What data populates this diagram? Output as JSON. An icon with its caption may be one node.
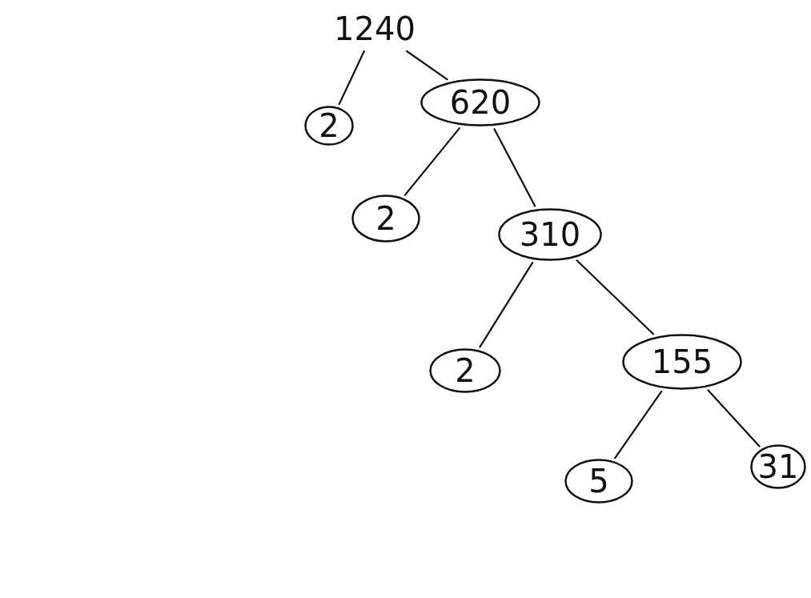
{
  "diagram": {
    "nodes": [
      {
        "text": [
          "1240"
        ]
      },
      {
        "text": [
          "2"
        ]
      },
      {
        "text": [
          "620"
        ]
      },
      {
        "text": [
          "2"
        ]
      },
      {
        "text": [
          "310"
        ]
      },
      {
        "text": [
          "2"
        ]
      },
      {
        "text": [
          "155"
        ]
      },
      {
        "text": [
          "5"
        ]
      },
      {
        "text": [
          "31"
        ]
      }
    ],
    "edges": [
      {
        "from": 0,
        "to": 1,
        "arrow": "none"
      },
      {
        "from": 0,
        "to": 2,
        "arrow": "none"
      },
      {
        "from": 2,
        "to": 3,
        "arrow": "none"
      },
      {
        "from": 2,
        "to": 4,
        "arrow": "none"
      },
      {
        "from": 4,
        "to": 5,
        "arrow": "none"
      },
      {
        "from": 4,
        "to": 6,
        "arrow": "none"
      },
      {
        "from": 6,
        "to": 7,
        "arrow": "none"
      },
      {
        "from": 6,
        "to": 8,
        "arrow": "none"
      }
    ]
  }
}
